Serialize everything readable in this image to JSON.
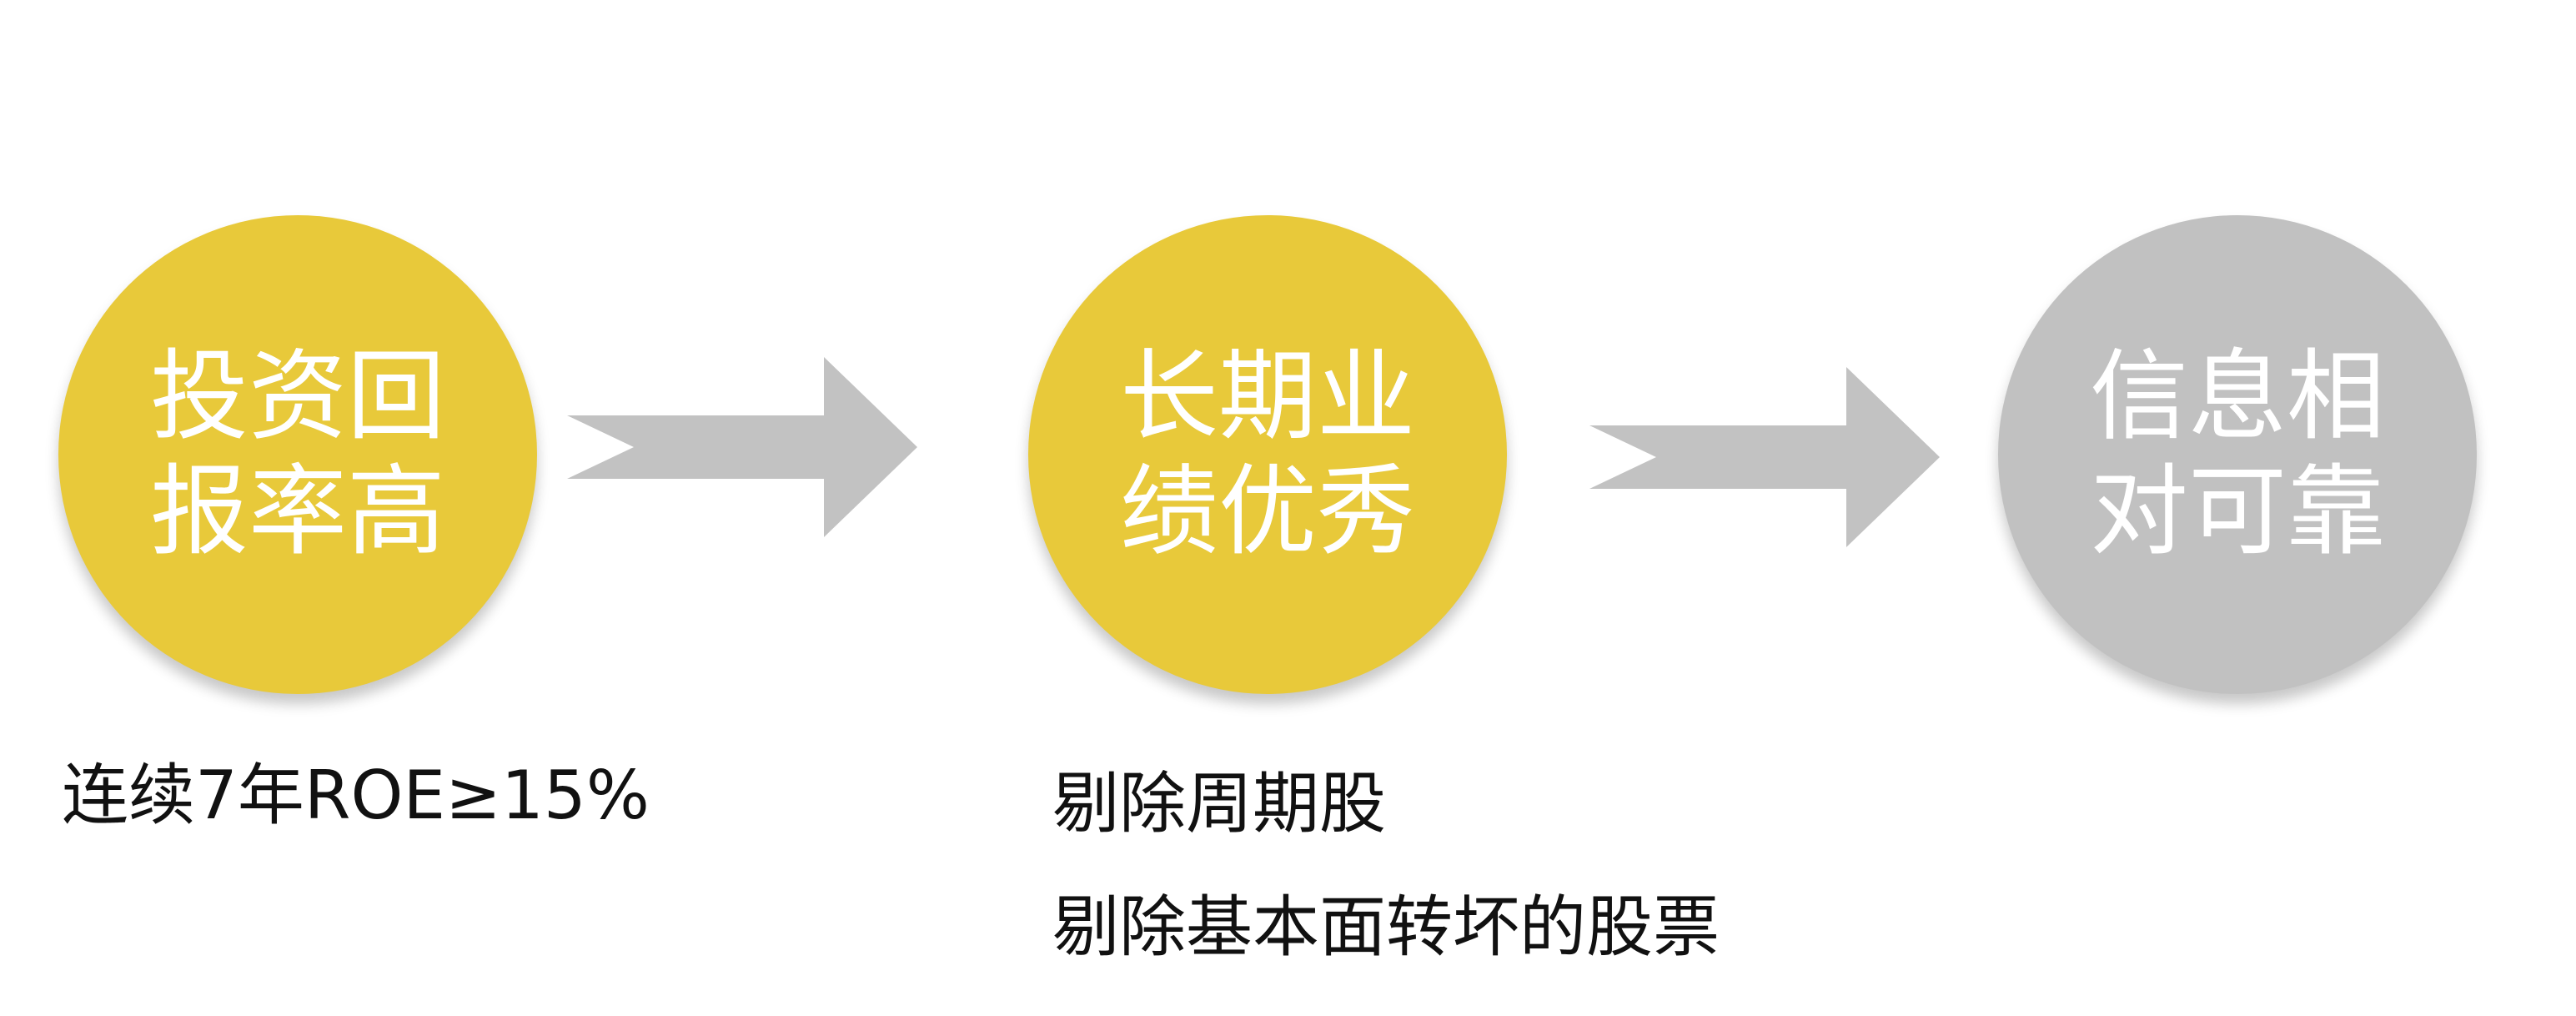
{
  "colors": {
    "accent": "#E8C93A",
    "neutral": "#C1C1C1"
  },
  "steps": [
    {
      "line1": "投资回",
      "line2": "报率高",
      "color": "#E8C93A"
    },
    {
      "line1": "长期业",
      "line2": "绩优秀",
      "color": "#E8C93A"
    },
    {
      "line1": "信息相",
      "line2": "对可靠",
      "color": "#C1C1C1"
    }
  ],
  "criteria": {
    "step1": [
      "连续7年ROE≥15%"
    ],
    "step2": [
      "剔除周期股",
      "剔除基本面转坏的股票"
    ]
  },
  "connectors": [
    "arrow-right-icon",
    "arrow-right-icon"
  ]
}
